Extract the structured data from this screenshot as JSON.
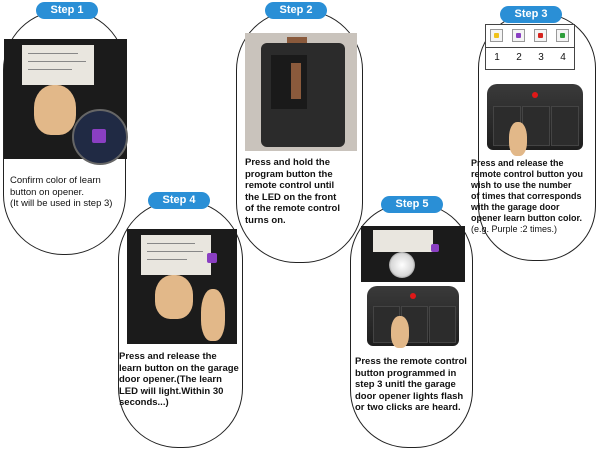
{
  "steps": [
    {
      "badge": "Step 1",
      "text_lines": [
        "Confirm color of learn",
        "button on opener.",
        "(It will be used in step 3)"
      ]
    },
    {
      "badge": "Step 2",
      "text_lines": [
        "Press and hold the",
        "program button the",
        "remote control until",
        "the LED on the front",
        "of the remote control",
        "turns on."
      ]
    },
    {
      "badge": "Step 3",
      "number_labels": [
        "1",
        "2",
        "3",
        "4"
      ],
      "chip_colors": [
        "#f0c21a",
        "#8a3fc2",
        "#d6241e",
        "#2e9e3a"
      ],
      "text_lines": [
        "Press and release the",
        "remote control button you",
        "wish to use the number",
        "of times that corresponds",
        "with the garage door",
        "opener learn button color.",
        "(e.g.  Purple :2 times.)"
      ]
    },
    {
      "badge": "Step 4",
      "text_lines": [
        "Press and  release the",
        "learn button on the garage",
        "door opener.(The learn",
        "LED will light.Within 30",
        "seconds...)"
      ]
    },
    {
      "badge": "Step 5",
      "text_lines": [
        "Press the remote control",
        "button programmed in",
        "step 3 unitl the garage",
        "door opener lights flash",
        "or two clicks are heard."
      ]
    }
  ],
  "colors": {
    "badge": "#2a8fd6",
    "led": "#e01818",
    "finger": "#e2b889"
  }
}
